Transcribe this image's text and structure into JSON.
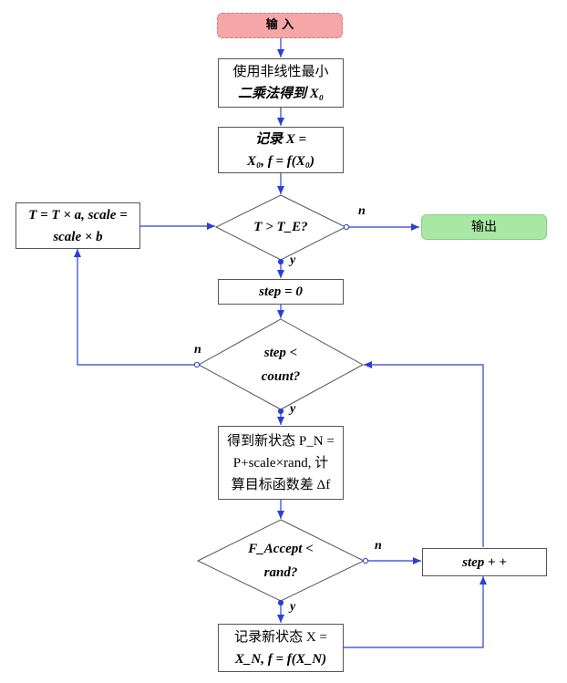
{
  "nodes": {
    "input": "输 入",
    "lsq": [
      "使用非线性最小",
      "二乘法得到 X₀"
    ],
    "record_init": [
      "记录 X  =",
      "X₀, f  =  f(X₀)"
    ],
    "temp_check": "T > T_E?",
    "output": "输出",
    "cooling": [
      "T = T × a, scale =",
      "scale × b"
    ],
    "step_init": "step  =  0",
    "count_check": [
      "step  <",
      "count?"
    ],
    "new_state": [
      "得到新状态 P_N =",
      "P+scale×rand, 计",
      "算目标函数差 Δf"
    ],
    "accept_check": [
      "F_Accept  <",
      "rand?"
    ],
    "record_new": [
      "记录新状态 X =",
      "X_N, f = f(X_N)"
    ],
    "step_inc": "step + +"
  },
  "labels": {
    "temp_no": "n",
    "temp_yes": "y",
    "count_no": "n",
    "count_yes": "y",
    "accept_no": "n",
    "accept_yes": "y"
  },
  "colors": {
    "arrow": "#2b3fd6",
    "border": "#555555",
    "input_fill": "#f7a6a8",
    "output_fill": "#a8e8a4"
  }
}
